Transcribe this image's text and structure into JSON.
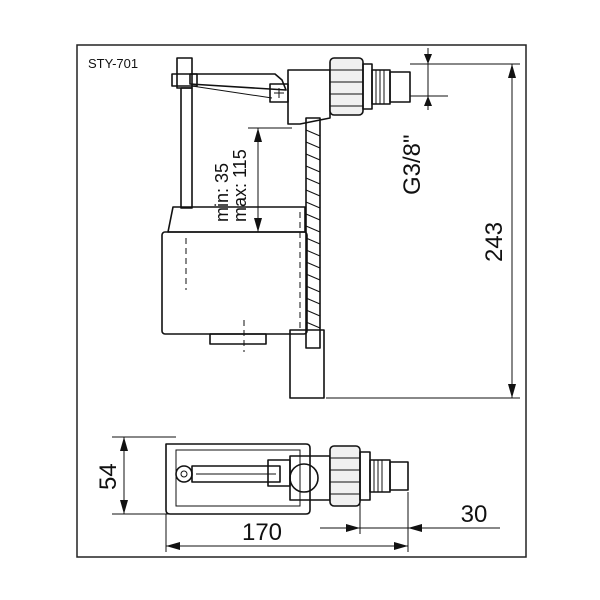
{
  "model_code": "STY-701",
  "dimensions": {
    "height_total": "243",
    "thread": "G3/8\"",
    "adjust_min": "min: 35",
    "adjust_max": "max: 115",
    "width_plan": "54",
    "length_plan": "170",
    "stub_length": "30"
  }
}
